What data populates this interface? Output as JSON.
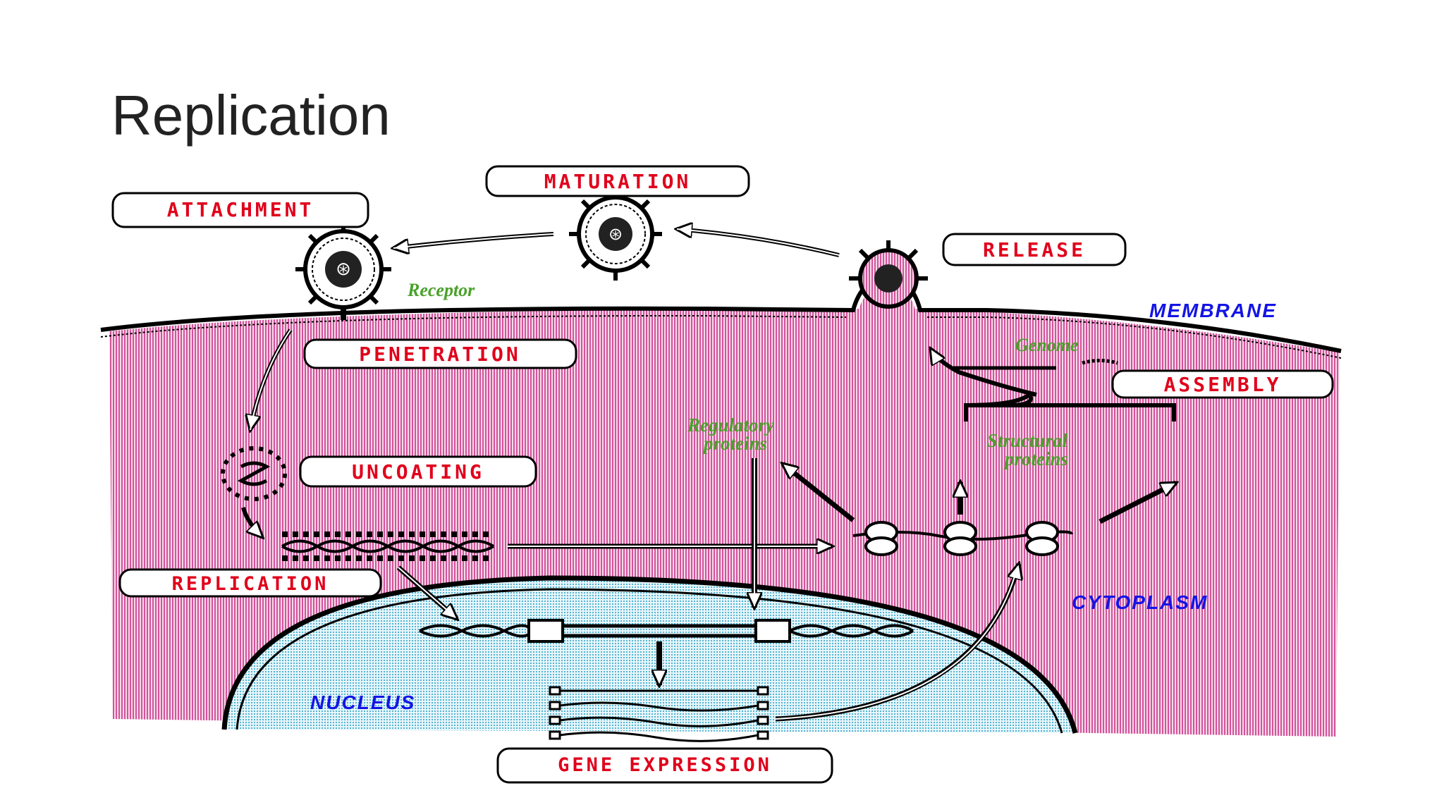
{
  "slide": {
    "title": "Replication"
  },
  "stages": {
    "attachment": "ATTACHMENT",
    "maturation": "MATURATION",
    "release": "RELEASE",
    "penetration": "PENETRATION",
    "uncoating": "UNCOATING",
    "replication": "REPLICATION",
    "assembly": "ASSEMBLY",
    "gene_expression": "GENE EXPRESSION"
  },
  "annotations": {
    "receptor": "Receptor",
    "genome": "Genome",
    "regulatory_line1": "Regulatory",
    "regulatory_line2": "proteins",
    "structural_line1": "Structural",
    "structural_line2": "proteins"
  },
  "regions": {
    "membrane": "MEMBRANE",
    "cytoplasm": "CYTOPLASM",
    "nucleus": "NUCLEUS"
  },
  "colors": {
    "stage_text": "#e0001b",
    "annotation_text": "#4aa12a",
    "region_text": "#1414e6",
    "cytoplasm": "#e9a9cd",
    "nucleus": "#a9dbe8"
  }
}
